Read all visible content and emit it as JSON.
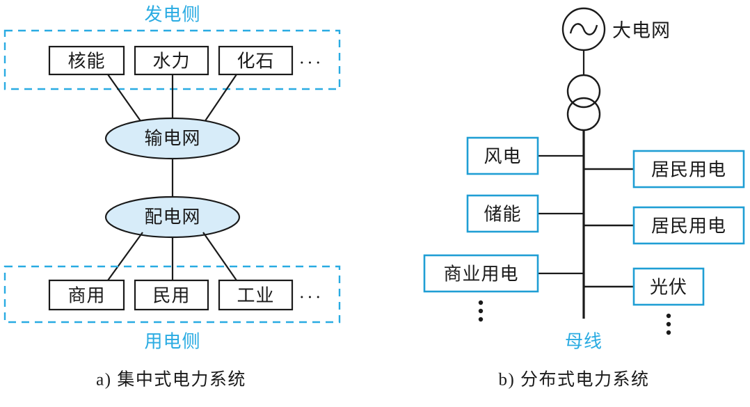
{
  "figure": {
    "type": "diagram",
    "background": "#ffffff",
    "accent_color": "#29abe2",
    "ellipse_fill": "#d7ecf9",
    "line_color": "#1a1a1a"
  },
  "panel_a": {
    "caption": "a) 集中式电力系统",
    "top_group_label": "发电侧",
    "bottom_group_label": "用电侧",
    "generation_nodes": [
      {
        "label": "核能"
      },
      {
        "label": "水力"
      },
      {
        "label": "化石"
      }
    ],
    "generation_ellipsis": "···",
    "network_nodes": [
      {
        "label": "输电网"
      },
      {
        "label": "配电网"
      }
    ],
    "consumption_nodes": [
      {
        "label": "商用"
      },
      {
        "label": "民用"
      },
      {
        "label": "工业"
      }
    ],
    "consumption_ellipsis": "···"
  },
  "panel_b": {
    "caption": "b) 分布式电力系统",
    "grid_label": "大电网",
    "bus_label": "母线",
    "left_nodes": [
      {
        "label": "风电"
      },
      {
        "label": "储能"
      },
      {
        "label": "商业用电"
      }
    ],
    "right_nodes": [
      {
        "label": "居民用电"
      },
      {
        "label": "居民用电"
      },
      {
        "label": "光伏"
      }
    ],
    "symbols": {
      "generator": "ac-source-icon",
      "transformer": "two-winding-transformer-icon",
      "busbar": "busbar-icon"
    },
    "left_vertical_ellipsis": "vertical-dots",
    "right_vertical_ellipsis": "vertical-dots"
  }
}
